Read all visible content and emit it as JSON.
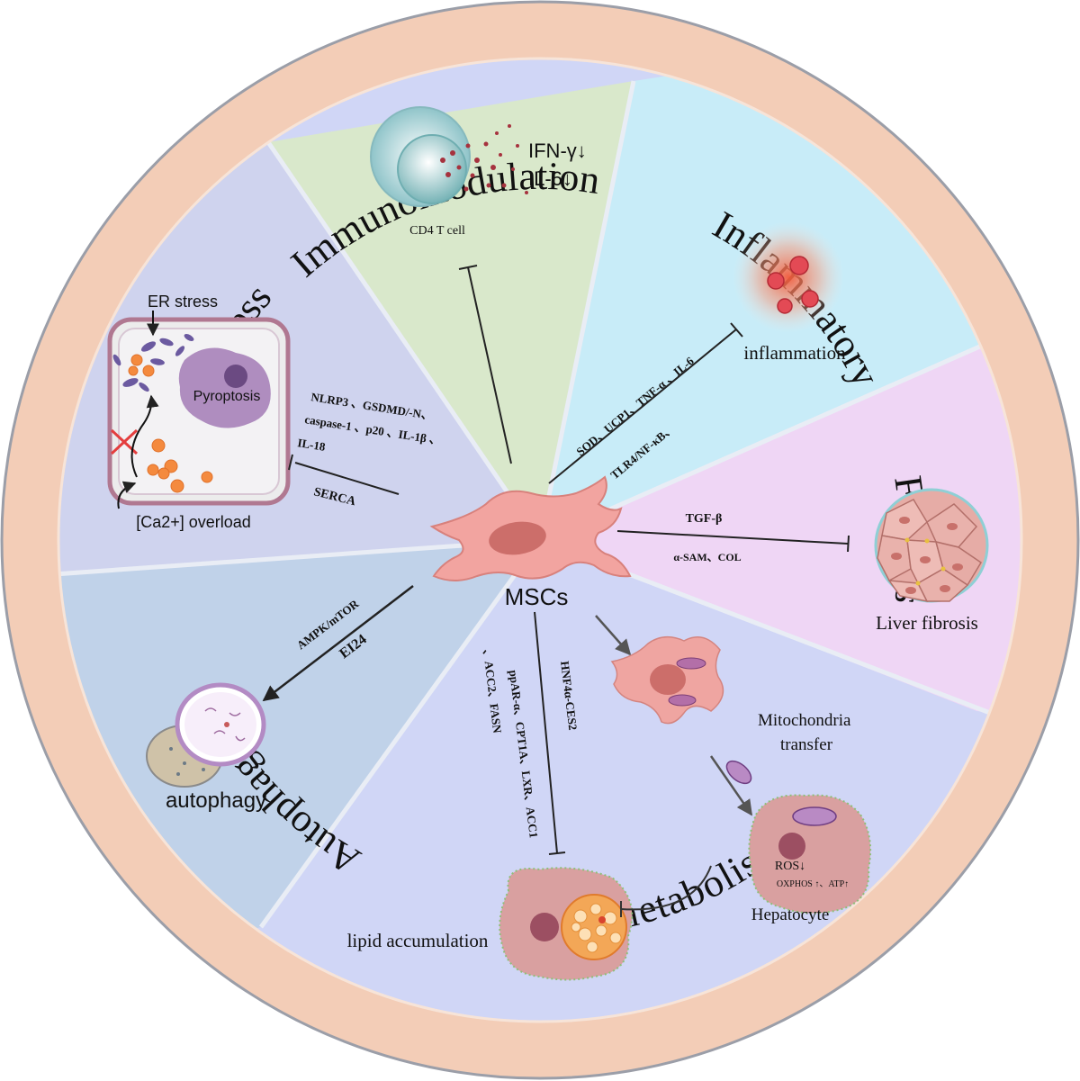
{
  "ring_titles": {
    "immunomodulation": "Immunomodulation",
    "inflammatory": "Inflammatory",
    "fibrosis": "Fibrosis",
    "lipid_metabolism": "lipid metabolism",
    "autophagy": "Autophagy",
    "er_stress": "ER stress"
  },
  "center": {
    "label": "MSCs"
  },
  "immunomodulation": {
    "cell_label": "CD4 T cell",
    "cytokine_1": "IFN-γ↓",
    "cytokine_2": "IL-6↓"
  },
  "inflammatory": {
    "markers_1": "SOD、UCP1、TNF-α 、IL-6",
    "markers_2": "TLR4/NF-κB、",
    "outcome": "inflammation"
  },
  "fibrosis": {
    "marker_top": "TGF-β",
    "marker_bottom": "α-SAM、COL",
    "outcome": "Liver fibrosis"
  },
  "lipid_metabolism": {
    "marker_1": "HNF4α-CES2",
    "marker_2": "ppAR-α、CPT1A、LXR、ACC1",
    "marker_3": "、ACC2、FASN",
    "outcome": "lipid accumulation",
    "mito_label_1": "Mitochondria",
    "mito_label_2": "transfer",
    "ros": "ROS↓",
    "oxphos": "OXPHOS ↑、ATP↑",
    "hepatocyte": "Hepatocyte"
  },
  "autophagy": {
    "marker_1": "AMPK/mTOR",
    "marker_2": "EI24",
    "outcome": "autophagy"
  },
  "er_stress": {
    "top_label": "ER stress",
    "pyroptosis": "Pyroptosis",
    "markers_1": "NLRP3 、GSDMD/-N、",
    "markers_2": "caspase-1 、p20 、IL-1β 、",
    "markers_3": "IL-18",
    "serca": "SERCA",
    "calcium": "[Ca2+] overload"
  },
  "colors": {
    "ring": "#f3cdb7",
    "immunomodulation": "#d9e8cb",
    "inflammatory": "#c8ecf8",
    "fibrosis": "#efd6f5",
    "lipid_metabolism": "#d0d6f6",
    "autophagy": "#c0d2e9",
    "er_stress": "#cfd3ee",
    "msc": "#f2a4a0"
  }
}
